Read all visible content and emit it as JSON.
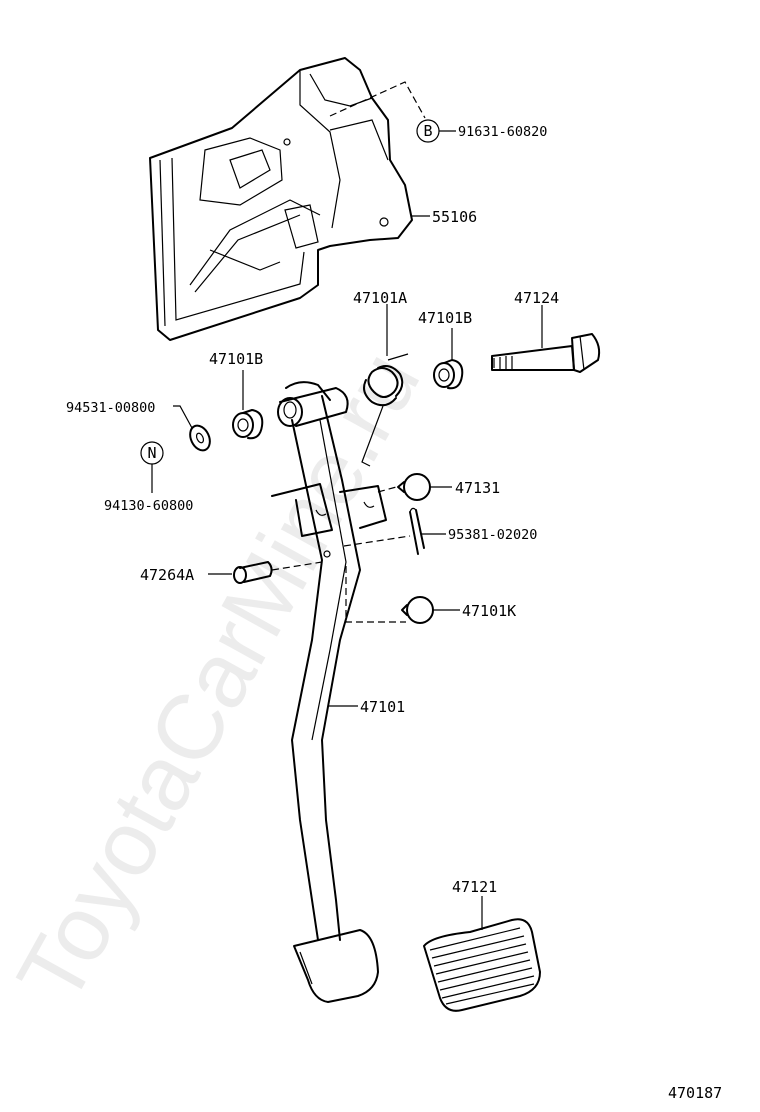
{
  "watermark": "ToyotaCarMine.ru",
  "figure_code": "470187",
  "callouts": {
    "c1": {
      "symbol": "B",
      "part": "91631-60820"
    },
    "c2": {
      "part": "55106"
    },
    "c3": {
      "part": "47101A"
    },
    "c4": {
      "part": "47124"
    },
    "c5": {
      "part": "47101B"
    },
    "c6": {
      "part": "47101B"
    },
    "c7": {
      "part": "94531-00800"
    },
    "c8": {
      "symbol": "N"
    },
    "c9": {
      "part": "94130-60800"
    },
    "c10": {
      "part": "47131"
    },
    "c11": {
      "part": "95381-02020"
    },
    "c12": {
      "part": "47264A"
    },
    "c13": {
      "part": "47101K"
    },
    "c14": {
      "part": "47101"
    },
    "c15": {
      "part": "47121"
    }
  }
}
